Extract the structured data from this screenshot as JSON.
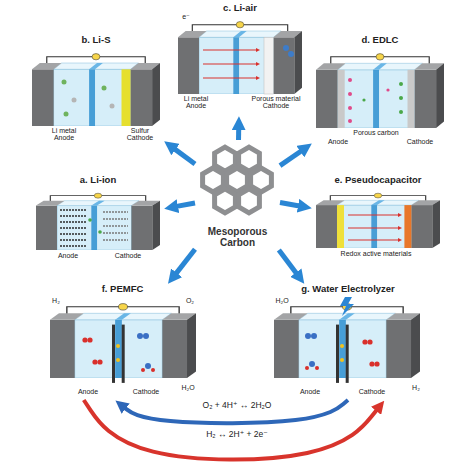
{
  "diagram": {
    "nodes": [
      {
        "text": [
          "c. Li-air"
        ]
      },
      {
        "text": [
          "b. Li-S"
        ]
      },
      {
        "text": [
          "d. EDLC"
        ]
      },
      {
        "text": [
          "a. Li-ion"
        ]
      },
      {
        "text": [
          "Mesoporous Carbon"
        ]
      },
      {
        "text": [
          "e. Pseudocapacitor"
        ]
      },
      {
        "text": [
          "f. PEMFC"
        ]
      },
      {
        "text": [
          "g. Water Electrolyzer"
        ]
      }
    ],
    "edges": [
      {
        "from": 4,
        "to": 0,
        "arrow": "to"
      },
      {
        "from": 4,
        "to": 1,
        "arrow": "to"
      },
      {
        "from": 4,
        "to": 2,
        "arrow": "to"
      },
      {
        "from": 4,
        "to": 3,
        "arrow": "to"
      },
      {
        "from": 4,
        "to": 5,
        "arrow": "to"
      },
      {
        "from": 4,
        "to": 6,
        "arrow": "to"
      },
      {
        "from": 4,
        "to": 7,
        "arrow": "to"
      },
      {
        "from": 6,
        "to": 7,
        "arrow": "to"
      },
      {
        "from": 7,
        "to": 6,
        "arrow": "to"
      }
    ],
    "labels": [
      "e⁻",
      "Li metal Anode",
      "Porous material Cathode",
      "Li metal Anode",
      "Sulfur Cathode",
      "Porous carbon",
      "Anode",
      "Cathode",
      "Anode",
      "Cathode",
      "Redox active materials",
      "H₂",
      "O₂",
      "H₂O",
      "Anode",
      "Cathode",
      "H₂O",
      "H₂",
      "Anode",
      "Cathode",
      "O₂ + 4H⁺ ↔ 2H₂O",
      "H₂ ↔ 2H⁺ + 2e⁻"
    ]
  }
}
